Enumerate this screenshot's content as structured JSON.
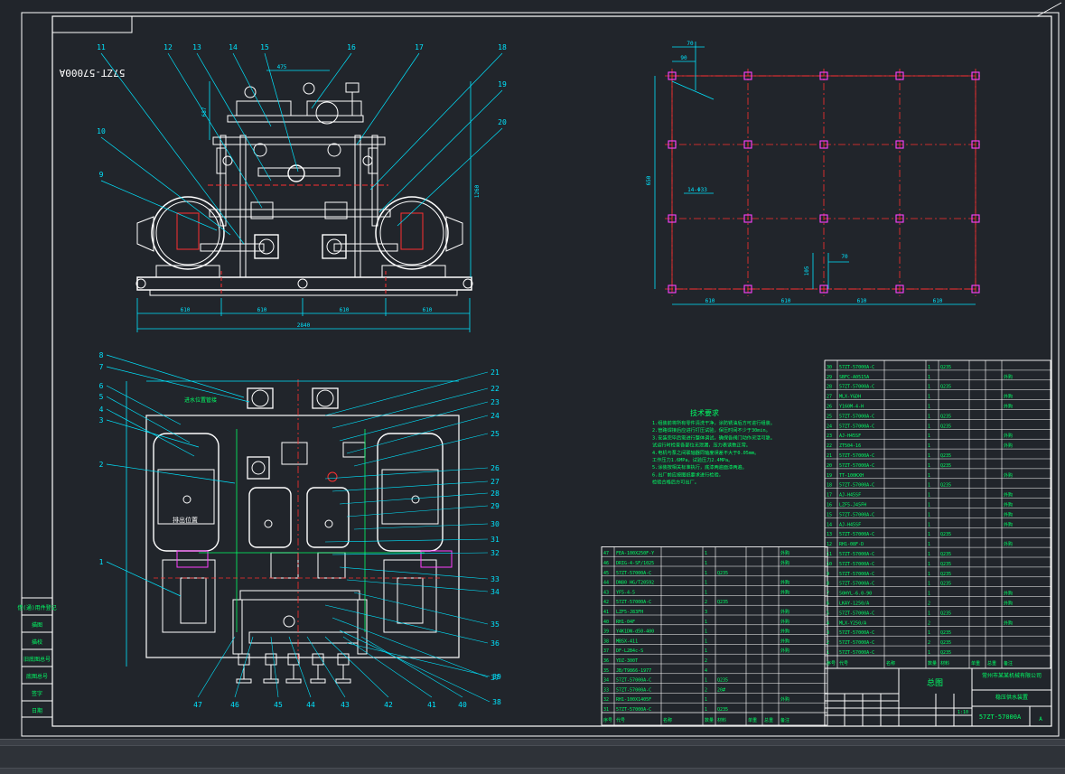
{
  "drawing_number_rotated": "57ZT-57000A",
  "balloons_front": [
    "11",
    "12",
    "13",
    "14",
    "15",
    "16",
    "17",
    "18",
    "19",
    "20",
    "10",
    "9"
  ],
  "dims_front": [
    "610",
    "610",
    "610",
    "610",
    "2840",
    "475",
    "1260",
    "687"
  ],
  "balloons_top_left": [
    "8",
    "7",
    "6",
    "5",
    "4",
    "3",
    "2",
    "1"
  ],
  "balloons_top_right": [
    "21",
    "22",
    "23",
    "24",
    "25",
    "26",
    "27",
    "28",
    "29",
    "30",
    "31",
    "32",
    "33",
    "34",
    "35",
    "36",
    "37",
    "38",
    "39"
  ],
  "balloons_top_bottom": [
    "47",
    "46",
    "45",
    "44",
    "43",
    "42",
    "41",
    "40"
  ],
  "plan_dims": [
    "610",
    "610",
    "610",
    "610",
    "70",
    "90",
    "650",
    "14-Φ33",
    "70",
    "105"
  ],
  "top_view_labels": [
    "进水位置管接",
    "排出位置"
  ],
  "tech_req": {
    "title": "技术要求",
    "lines": [
      "1.组装前将所有零件清洗干净，涂防锈油后方可进行组装。",
      "2.管路焊接后应进行打压试验，保压时间不少于30min。",
      "3.安装完毕后需进行整体调试，确保各阀门动作灵活可靠。",
      "   试运行时检查各部位无泄漏，压力表读数正常。",
      "4.电机与泵之间联轴器同轴度误差不大于0.05mm。",
      "   工作压力1.6MPa，试验压力2.4MPa。",
      "5.涂装按相关标准执行，底漆两遍面漆两遍。",
      "6.出厂前应按图纸要求进行检验，",
      "   检验合格后方可出厂。"
    ]
  },
  "bom_left": [
    [
      "47",
      "FEA-100X250F-Y",
      "",
      "1",
      "",
      "",
      "外购"
    ],
    [
      "46",
      "DRIG-4-SF/1025",
      "",
      "1",
      "",
      "",
      "外购"
    ],
    [
      "45",
      "57ZT-57000A-C",
      "",
      "1",
      "Q235",
      "",
      ""
    ],
    [
      "44",
      "DN80 HG/T20592",
      "",
      "1",
      "",
      "",
      "外购"
    ],
    [
      "43",
      "YF5-4-5",
      "",
      "1",
      "",
      "",
      "外购"
    ],
    [
      "42",
      "57ZT-57000A-C",
      "",
      "2",
      "Q235",
      "",
      ""
    ],
    [
      "41",
      "LZF5-J83FH",
      "",
      "3",
      "",
      "",
      "外购"
    ],
    [
      "40",
      "RH1-04F",
      "",
      "1",
      "",
      "",
      "外购"
    ],
    [
      "39",
      "Y4K1DN-d50-400",
      "",
      "1",
      "",
      "",
      "外购"
    ],
    [
      "38",
      "MBSX-411",
      "",
      "1",
      "",
      "",
      "外购"
    ],
    [
      "37",
      "DF-L2B4c-S",
      "",
      "1",
      "",
      "",
      "外购"
    ],
    [
      "36",
      "YDZ-300T",
      "",
      "2",
      "",
      "",
      ""
    ],
    [
      "35",
      "JB/T9866-1977",
      "",
      "4",
      "",
      "",
      ""
    ],
    [
      "34",
      "57ZT-57000A-C",
      "",
      "1",
      "Q235",
      "",
      ""
    ],
    [
      "33",
      "57ZT-57000A-C",
      "",
      "2",
      "20#",
      "",
      ""
    ],
    [
      "32",
      "RH1-100X1405F",
      "",
      "1",
      "",
      "",
      "外购"
    ],
    [
      "31",
      "57ZT-57000A-C",
      "",
      "1",
      "Q235",
      "",
      ""
    ]
  ],
  "bom_right": [
    [
      "30",
      "57ZT-57000A-C",
      "",
      "1",
      "Q235",
      "",
      ""
    ],
    [
      "29",
      "SBFC-A0515A",
      "",
      "1",
      "",
      "",
      "外购"
    ],
    [
      "28",
      "57ZT-57000A-C",
      "",
      "1",
      "Q235",
      "",
      ""
    ],
    [
      "27",
      "MLX-Y&DH",
      "",
      "1",
      "",
      "",
      "外购"
    ],
    [
      "26",
      "Y160M-4-H",
      "",
      "1",
      "",
      "",
      "外购"
    ],
    [
      "25",
      "57ZT-57000A-C",
      "",
      "1",
      "Q235",
      "",
      ""
    ],
    [
      "24",
      "57ZT-57000A-C",
      "",
      "1",
      "Q235",
      "",
      ""
    ],
    [
      "23",
      "AJ-H45SF",
      "",
      "1",
      "",
      "",
      "外购"
    ],
    [
      "22",
      "ZT504-16",
      "",
      "1",
      "",
      "",
      "外购"
    ],
    [
      "21",
      "57ZT-57000A-C",
      "",
      "1",
      "Q235",
      "",
      ""
    ],
    [
      "20",
      "57ZT-57000A-C",
      "",
      "1",
      "Q235",
      "",
      ""
    ],
    [
      "19",
      "TT-100KXH",
      "",
      "1",
      "",
      "",
      "外购"
    ],
    [
      "18",
      "57ZT-57000A-C",
      "",
      "1",
      "Q235",
      "",
      ""
    ],
    [
      "17",
      "AJ-H45SF",
      "",
      "1",
      "",
      "",
      "外购"
    ],
    [
      "16",
      "LZF5-J45FH",
      "",
      "1",
      "",
      "",
      "外购"
    ],
    [
      "15",
      "57ZT-57000A-C",
      "",
      "1",
      "",
      "",
      "外购"
    ],
    [
      "14",
      "AJ-H45SF",
      "",
      "1",
      "",
      "",
      "外购"
    ],
    [
      "13",
      "57ZT-57000A-C",
      "",
      "1",
      "Q235",
      "",
      ""
    ],
    [
      "12",
      "RH1-08F-D",
      "",
      "1",
      "",
      "",
      "外购"
    ],
    [
      "11",
      "57ZT-57000A-C",
      "",
      "1",
      "Q235",
      "",
      ""
    ],
    [
      "10",
      "57ZT-57000A-C",
      "",
      "1",
      "Q235",
      "",
      ""
    ],
    [
      "9",
      "57ZT-57000A-C",
      "",
      "1",
      "Q235",
      "",
      ""
    ],
    [
      "8",
      "57ZT-57000A-C",
      "",
      "1",
      "Q235",
      "",
      ""
    ],
    [
      "7",
      "50HYL-6.0-90",
      "",
      "1",
      "",
      "",
      "外购"
    ],
    [
      "6",
      "LKAY-1250/A",
      "",
      "2",
      "",
      "",
      "外购"
    ],
    [
      "5",
      "57ZT-57000A-C",
      "",
      "1",
      "Q235",
      "",
      ""
    ],
    [
      "4",
      "MLX-Y250/A",
      "",
      "2",
      "",
      "",
      "外购"
    ],
    [
      "3",
      "57ZT-57000A-C",
      "",
      "1",
      "Q235",
      "",
      ""
    ],
    [
      "2",
      "57ZT-57000A-C",
      "",
      "2",
      "Q235",
      "",
      ""
    ],
    [
      "1",
      "57ZT-57000A-C",
      "",
      "1",
      "Q235",
      "",
      ""
    ]
  ],
  "bom_header": [
    "序号",
    "代号",
    "名称",
    "数量",
    "材料",
    "单重",
    "总重",
    "备注"
  ],
  "title_block": {
    "assembly": "总图",
    "company": "常州市某某机械有限公司",
    "part_name": "稳压供水装置",
    "drawing_no": "57ZT-57000A",
    "scale": "1:10",
    "sheet": "A"
  },
  "side_stamp": [
    "借(通)用件登记",
    "描图",
    "描校",
    "旧底图总号",
    "底图总号",
    "签字",
    "日期"
  ],
  "colors": {
    "background": "#21252b",
    "frame": "#ffffff",
    "green": "#00ff66",
    "cyan": "#00e5ff",
    "red": "#ff3030",
    "magenta": "#ff40ff",
    "yellow": "#ffff00"
  }
}
